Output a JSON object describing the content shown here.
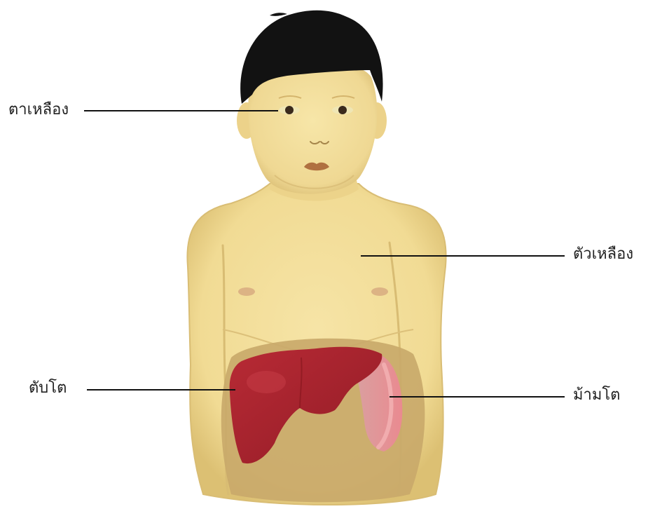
{
  "labels": {
    "yellow_eyes": "ตาเหลือง",
    "yellow_body": "ตัวเหลือง",
    "enlarged_liver": "ตับโต",
    "enlarged_spleen": "ม้ามโต"
  },
  "colors": {
    "skin": "#f3df9a",
    "skin_shadow": "#e2c77a",
    "hair": "#111111",
    "abdomen_cavity": "#c9a96a",
    "liver": "#a8232d",
    "liver_highlight": "#c2343c",
    "spleen": "#e58a8e",
    "lips": "#b07040",
    "leader_line": "#111111"
  }
}
